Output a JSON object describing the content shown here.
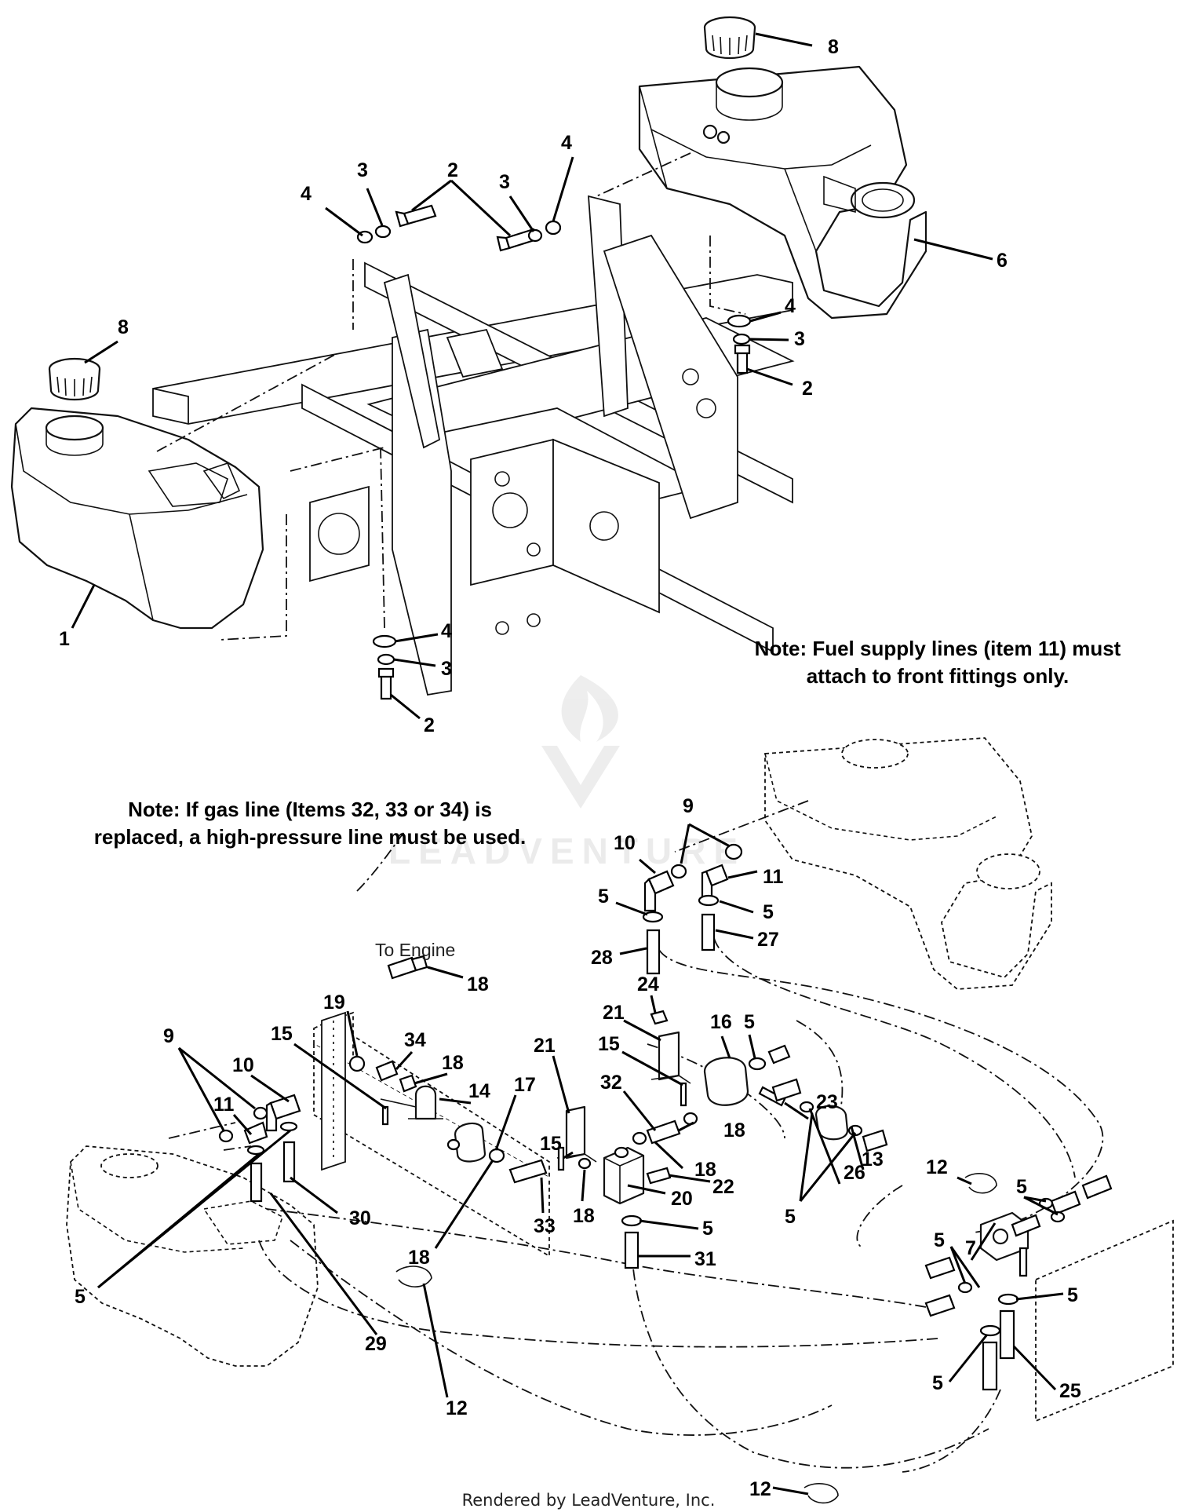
{
  "notes": {
    "fuel_supply": [
      "Note: Fuel supply lines (item 11) must",
      "attach to front fittings only."
    ],
    "gas_line": [
      "Note: If gas line (Items 32, 33 or 34) is",
      "replaced, a high-pressure line must be used."
    ]
  },
  "labels": {
    "to_engine": "To Engine",
    "footer": "Rendered by LeadVenture, Inc.",
    "watermark": "LEADVENTURE"
  },
  "callouts": {
    "c8a": "8",
    "c2a": "2",
    "c3a": "3",
    "c4a": "4",
    "c3b": "3",
    "c4b": "4",
    "c6": "6",
    "c4c": "4",
    "c3c": "3",
    "c2b": "2",
    "c8b": "8",
    "c1": "1",
    "c4d": "4",
    "c3d": "3",
    "c2c": "2",
    "c9a": "9",
    "c10a": "10",
    "c11a": "11",
    "c5a": "5",
    "c5b": "5",
    "c27": "27",
    "c28": "28",
    "c19": "19",
    "c18a": "18",
    "c34": "34",
    "c18b": "18",
    "c14": "14",
    "c15a": "15",
    "c9b": "9",
    "c10b": "10",
    "c11b": "11",
    "c21a": "21",
    "c17": "17",
    "c24": "24",
    "c21b": "21",
    "c15b": "15",
    "c16": "16",
    "c5c": "5",
    "c32": "32",
    "c23": "23",
    "c18c": "18",
    "c18d": "18",
    "c15c": "15",
    "c22": "22",
    "c20": "20",
    "c33": "33",
    "c18e": "18",
    "c30": "30",
    "c18f": "18",
    "c5d": "5",
    "c31": "31",
    "c26": "26",
    "c13": "13",
    "c12a": "12",
    "c7": "7",
    "c5e": "5",
    "c5f": "5",
    "c5g": "5",
    "c5h": "5",
    "c29": "29",
    "c12b": "12",
    "c5i": "5",
    "c25": "25",
    "c12c": "12",
    "c5j": "5"
  },
  "icons": {
    "flame_logo": "flame-logo-icon"
  }
}
